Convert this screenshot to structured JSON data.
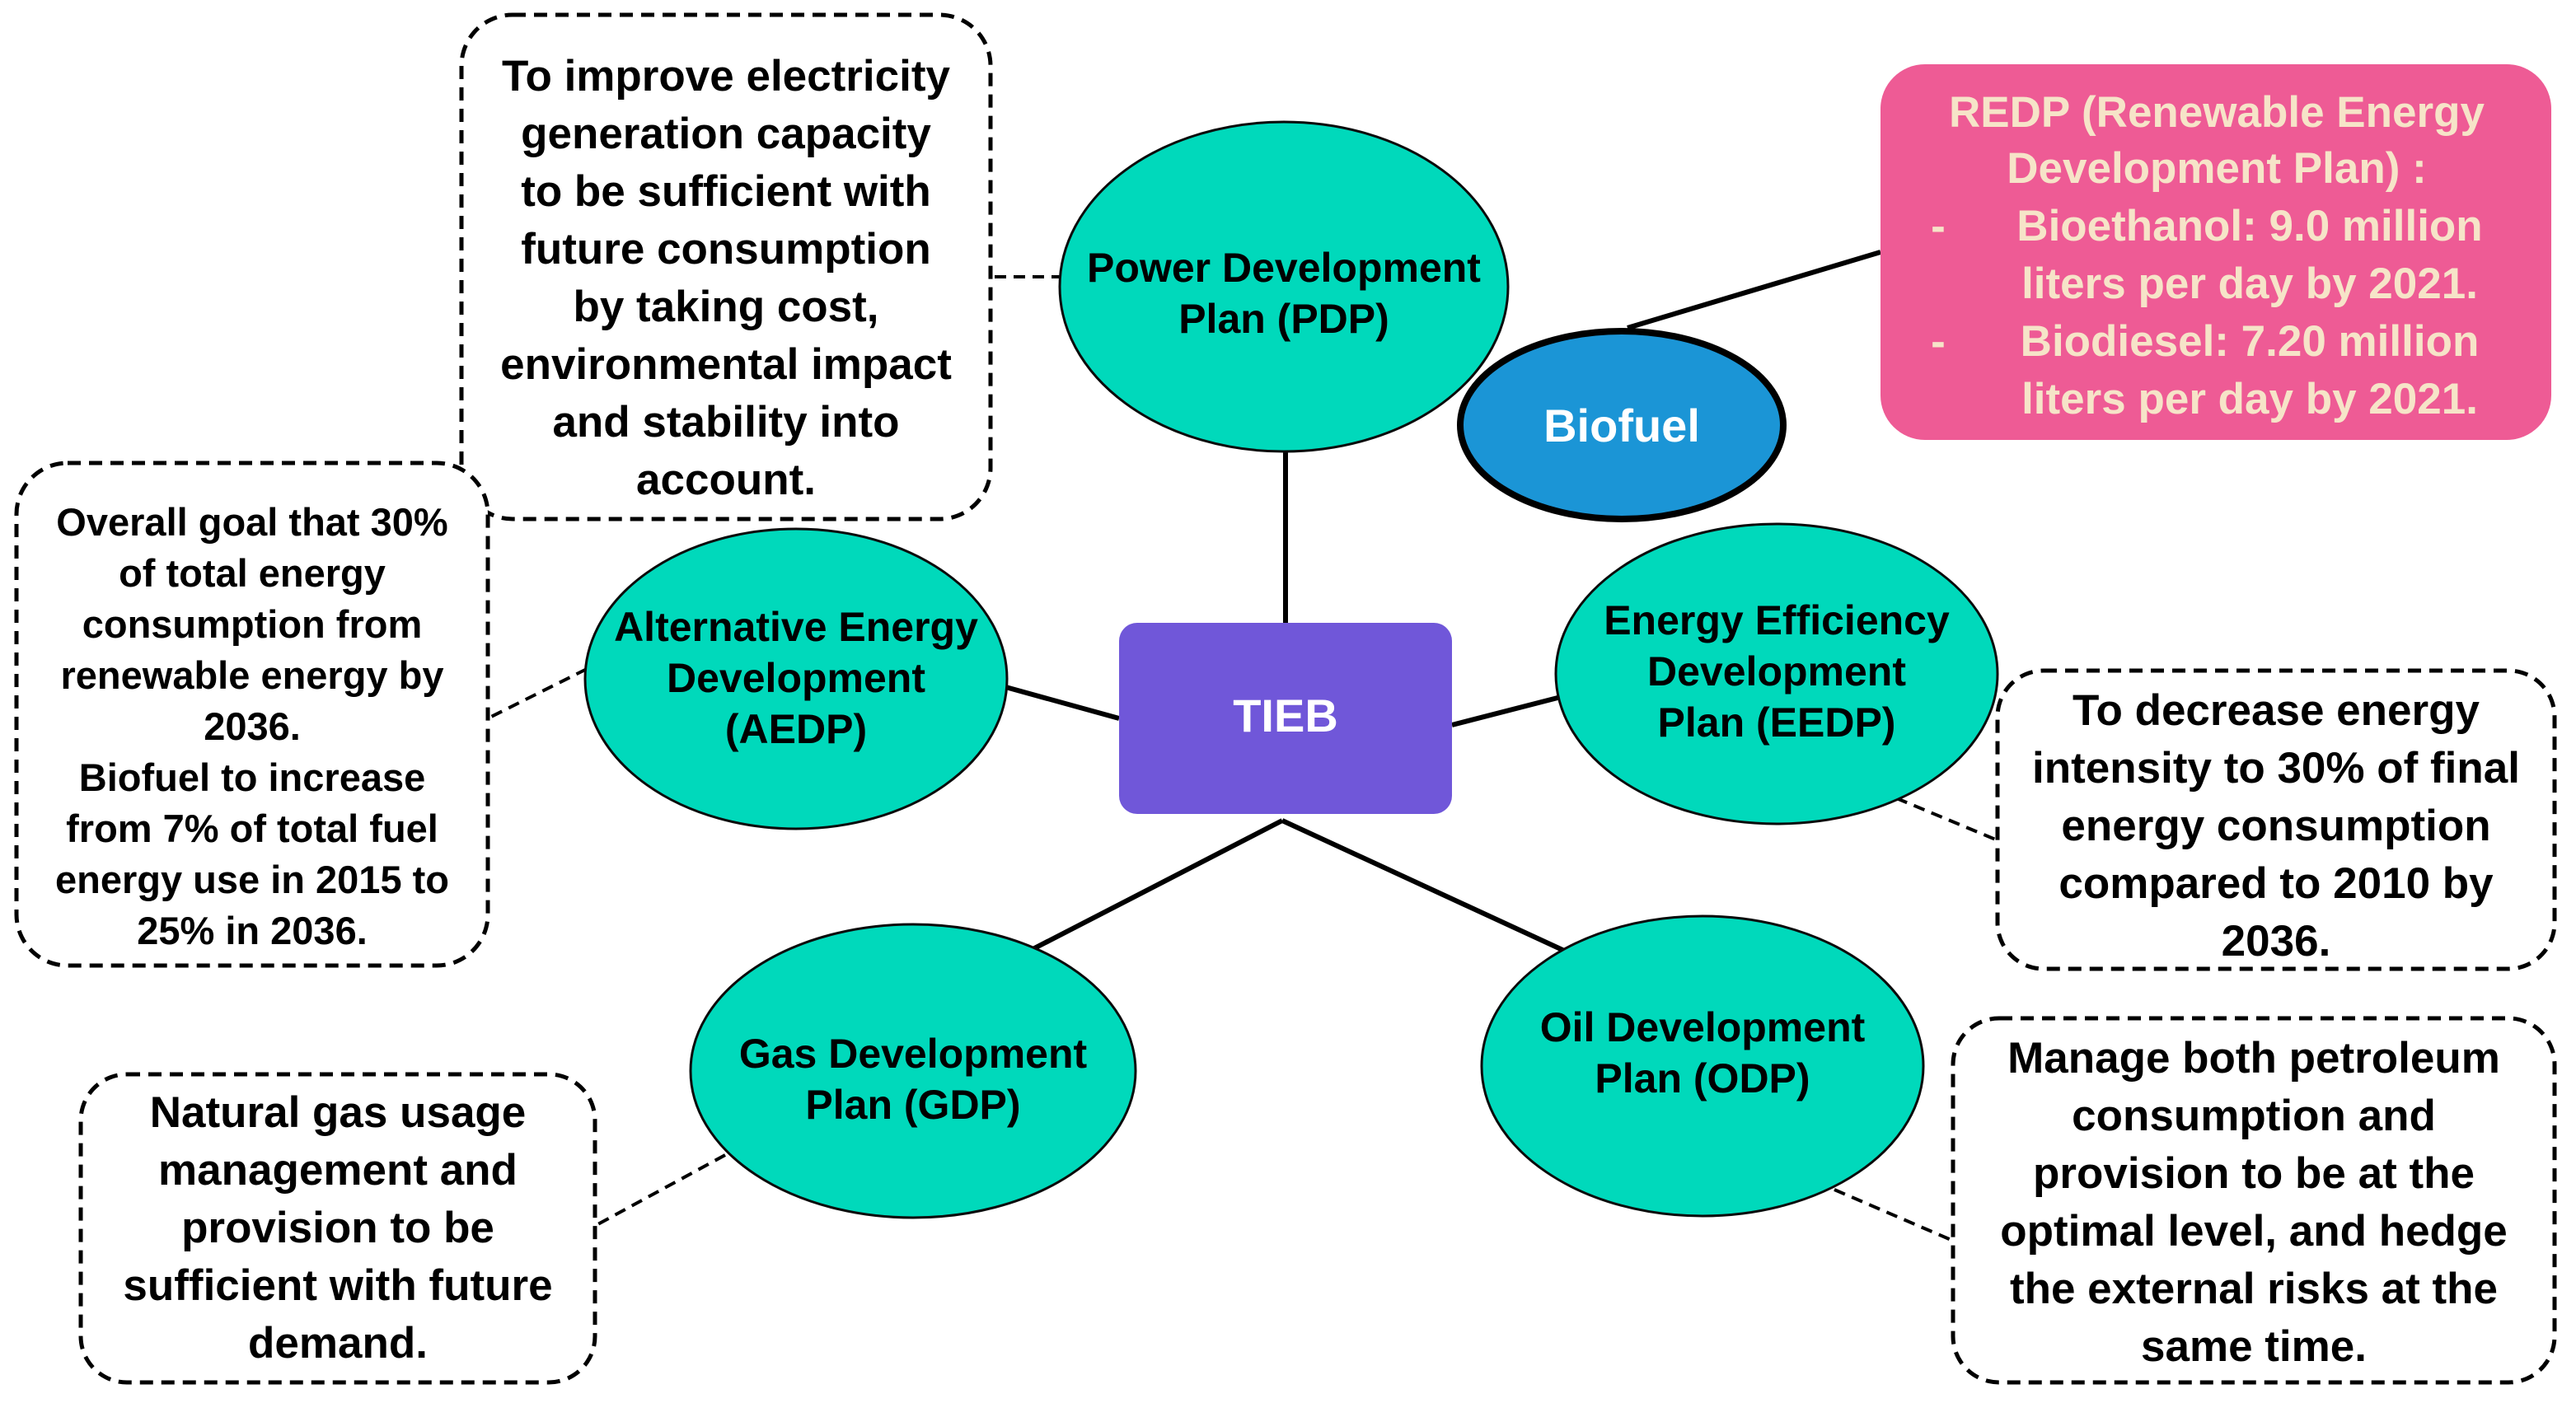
{
  "center": {
    "label": "TIEB"
  },
  "plans": {
    "pdp": {
      "line1": "Power Development",
      "line2": "Plan (PDP)"
    },
    "aedp": {
      "line1": "Alternative Energy",
      "line2": "Development",
      "line3": "(AEDP)"
    },
    "eedp": {
      "line1": "Energy Efficiency",
      "line2": "Development",
      "line3": "Plan (EEDP)"
    },
    "gdp": {
      "line1": "Gas Development",
      "line2": "Plan (GDP)"
    },
    "odp": {
      "line1": "Oil Development",
      "line2": "Plan (ODP)"
    },
    "biofuel": {
      "label": "Biofuel"
    }
  },
  "notes": {
    "pdp": [
      "To improve electricity",
      "generation capacity",
      "to be sufficient with",
      "future consumption",
      "by taking cost,",
      "environmental impact",
      "and stability into",
      "account."
    ],
    "aedp": [
      "Overall goal that 30%",
      "of total energy",
      "consumption from",
      "renewable energy by",
      "2036.",
      "Biofuel to increase",
      "from 7% of total fuel",
      "energy use in 2015 to",
      "25% in 2036."
    ],
    "eedp": [
      "To decrease energy",
      "intensity to 30% of final",
      "energy consumption",
      "compared to 2010 by",
      "2036."
    ],
    "gdp": [
      "Natural gas usage",
      "management and",
      "provision to be",
      "sufficient with future",
      "demand."
    ],
    "odp": [
      "Manage both petroleum",
      "consumption and",
      "provision to be at the",
      "optimal level, and hedge",
      "the external risks at the",
      "same time."
    ]
  },
  "redp": {
    "title1": "REDP (Renewable Energy",
    "title2": "Development Plan) :",
    "bullet": "-",
    "item1_line1": "Bioethanol: 9.0 million",
    "item1_line2": "liters per day by 2021.",
    "item2_line1": "Biodiesel: 7.20 million",
    "item2_line2": "liters per day by 2021."
  },
  "colors": {
    "ellipse_fill": "#00d9bb",
    "center_fill": "#7057d9",
    "biofuel_fill": "#1b95d6",
    "redp_fill": "#ee5b95",
    "redp_text": "#f6e4c8"
  }
}
